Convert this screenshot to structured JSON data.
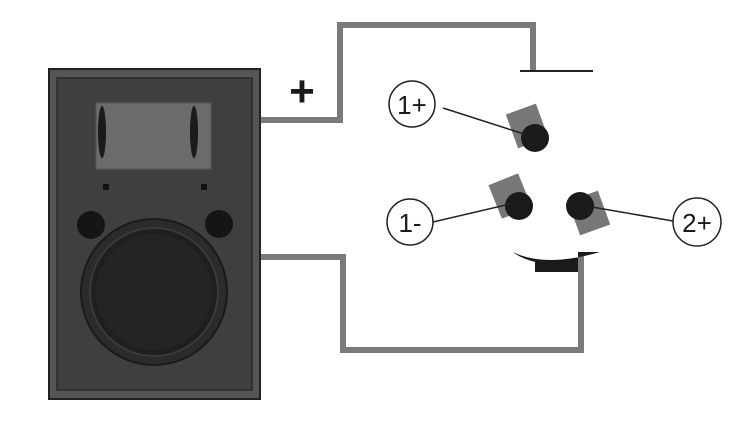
{
  "diagram": {
    "polarity_sign": "+",
    "terminals": {
      "t1_plus": "1+",
      "t1_minus": "1-",
      "t2_plus": "2+"
    }
  },
  "colors": {
    "speaker_body": "#555555",
    "speaker_panel": "#3f3f3f",
    "wire": "#7a7a7a",
    "tab": "#777777",
    "terminal_dot": "#1a1a1a",
    "outline": "#222222"
  }
}
